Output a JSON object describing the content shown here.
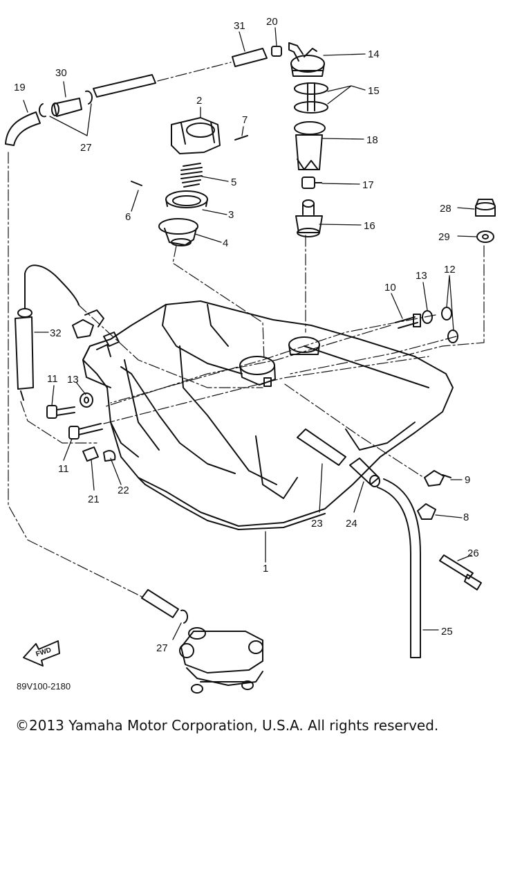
{
  "diagram": {
    "code": "89V100-2180",
    "fwd_label": "FWD",
    "parts": [
      {
        "id": "p1",
        "label": "1"
      },
      {
        "id": "p2",
        "label": "2"
      },
      {
        "id": "p3",
        "label": "3"
      },
      {
        "id": "p4",
        "label": "4"
      },
      {
        "id": "p5",
        "label": "5"
      },
      {
        "id": "p6",
        "label": "6"
      },
      {
        "id": "p7",
        "label": "7"
      },
      {
        "id": "p8",
        "label": "8"
      },
      {
        "id": "p9",
        "label": "9"
      },
      {
        "id": "p10",
        "label": "10"
      },
      {
        "id": "p11a",
        "label": "11"
      },
      {
        "id": "p11b",
        "label": "11"
      },
      {
        "id": "p12",
        "label": "12"
      },
      {
        "id": "p13a",
        "label": "13"
      },
      {
        "id": "p13b",
        "label": "13"
      },
      {
        "id": "p14",
        "label": "14"
      },
      {
        "id": "p15",
        "label": "15"
      },
      {
        "id": "p16",
        "label": "16"
      },
      {
        "id": "p17",
        "label": "17"
      },
      {
        "id": "p18",
        "label": "18"
      },
      {
        "id": "p19",
        "label": "19"
      },
      {
        "id": "p20",
        "label": "20"
      },
      {
        "id": "p21",
        "label": "21"
      },
      {
        "id": "p22",
        "label": "22"
      },
      {
        "id": "p23",
        "label": "23"
      },
      {
        "id": "p24",
        "label": "24"
      },
      {
        "id": "p25",
        "label": "25"
      },
      {
        "id": "p26",
        "label": "26"
      },
      {
        "id": "p27a",
        "label": "27"
      },
      {
        "id": "p27b",
        "label": "27"
      },
      {
        "id": "p28",
        "label": "28"
      },
      {
        "id": "p29",
        "label": "29"
      },
      {
        "id": "p30",
        "label": "30"
      },
      {
        "id": "p31",
        "label": "31"
      },
      {
        "id": "p32",
        "label": "32"
      }
    ]
  },
  "copyright": "©2013 Yamaha Motor Corporation, U.S.A. All rights reserved."
}
